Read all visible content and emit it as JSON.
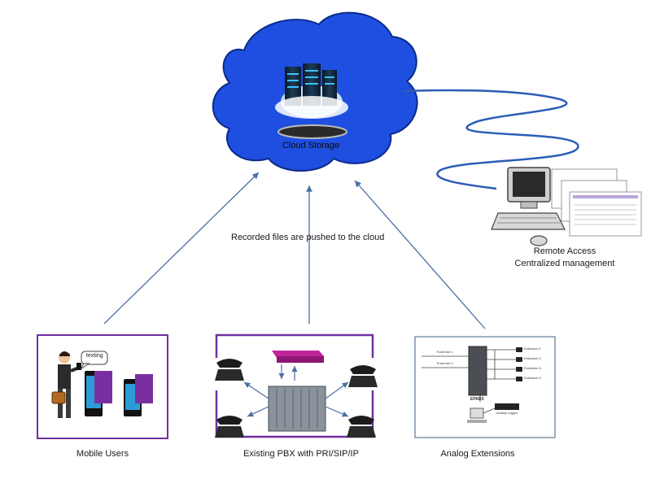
{
  "cloud": {
    "label": "Cloud Storage"
  },
  "annotation": "Recorded files are pushed to the cloud",
  "remote": {
    "line1": "Remote Access",
    "line2": "Centralized  management"
  },
  "panels": {
    "mobile": {
      "label": "Mobile Users",
      "bubble": "texting"
    },
    "pbx": {
      "label": "Existing PBX with PRI/SIP/IP"
    },
    "analog": {
      "label": "Analog Extensions",
      "trunks": [
        "Trunk line 1",
        "Trunk line 2"
      ],
      "extensions": [
        "Extension 1",
        "Extension 2",
        "Extension 3",
        "Extension 4"
      ],
      "epabx": "EPABX",
      "logger": "Analog Logger"
    }
  },
  "colors": {
    "cloud": "#1f4fe0",
    "arrow": "#4a6fa5",
    "panel_border": "#7030a0",
    "analog_border": "#3b5f8a"
  }
}
